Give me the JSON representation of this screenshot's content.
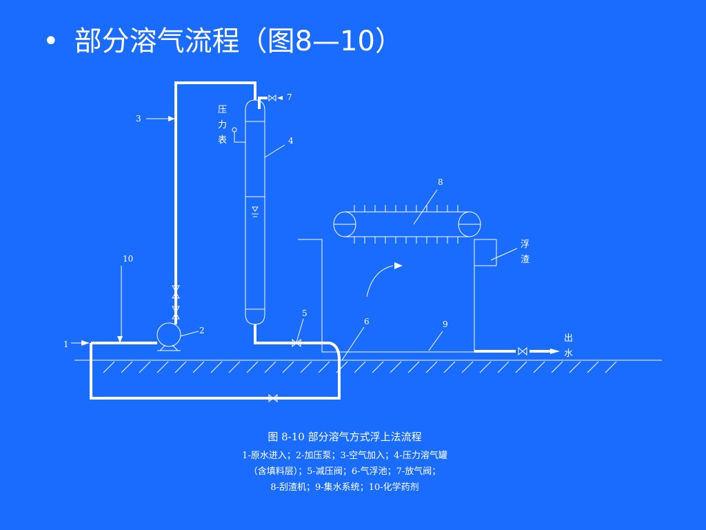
{
  "title": {
    "bullet": "•",
    "text": "部分溶气流程（图8—10）"
  },
  "labels": {
    "n1": "1",
    "n2": "2",
    "n3": "3",
    "n4": "4",
    "n5": "5",
    "n6": "6",
    "n7": "7",
    "n8": "8",
    "n9": "9",
    "n10": "10",
    "gauge": [
      "压",
      "力",
      "表"
    ],
    "scum": [
      "浮",
      "渣"
    ],
    "outlet": [
      "出",
      "水"
    ]
  },
  "caption": {
    "title": "图 8-10   部分溶气方式浮上法流程",
    "line1": "1-原水进入；2-加压泵；3-空气加入；4-压力溶气罐",
    "line2": "（含填料层）；5-减压阀；6-气浮池；7-放气阀；",
    "line3": "8-刮渣机；9-集水系统；10-化学药剂"
  },
  "colors": {
    "background": "#1a6cff",
    "foreground": "#ffffff"
  }
}
